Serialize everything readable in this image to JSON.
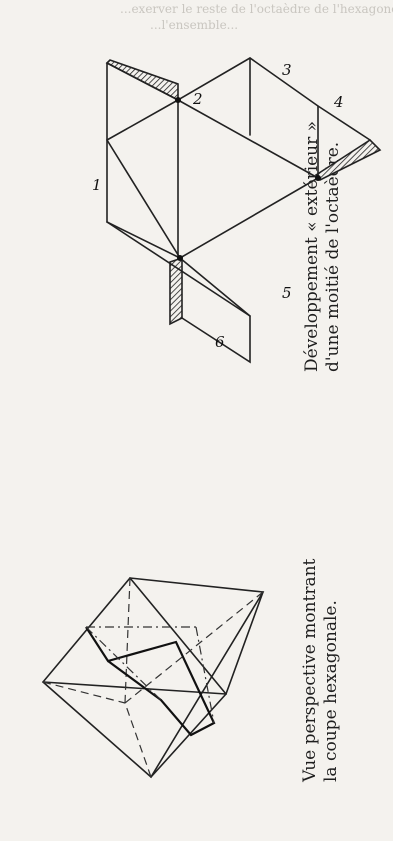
{
  "top_fragment": {
    "line1": "...exerver le reste de l'octaèdre de l'hexagone",
    "line2": "...l'ensemble..."
  },
  "caption_net": {
    "line1": "Développement « extérieur »",
    "line2": "d'une moitié de l'octaèdre."
  },
  "caption_perspective": {
    "line1": "Vue perspective montrant",
    "line2": "la coupe hexagonale."
  },
  "net_labels": [
    "1",
    "2",
    "3",
    "4",
    "5",
    "6"
  ],
  "colors": {
    "ink": "#1e1e1e",
    "paper": "#f4f2ee"
  }
}
